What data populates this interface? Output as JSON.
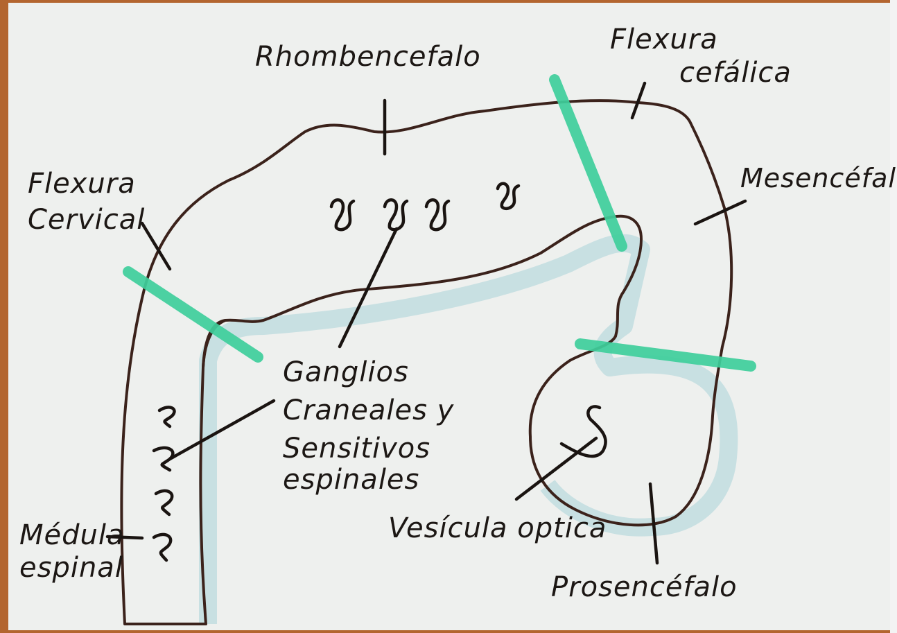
{
  "labels": {
    "rombencefalo": "Rhombencefalo",
    "flexura_cefalica_1": "Flexura",
    "flexura_cefalica_2": "cefálica",
    "flexura_cervical_1": "Flexura",
    "flexura_cervical_2": "Cervical",
    "mesencefalo": "Mesencéfalo",
    "ganglios_1": "Ganglios",
    "ganglios_2": "Craneales y",
    "ganglios_3": "Sensitivos",
    "ganglios_4": "espinales",
    "medula_1": "Médula",
    "medula_2": "espinal",
    "vesicula": "Vesícula optica",
    "prosencefalo": "Prosencéfalo"
  },
  "colors": {
    "tube_fill": "#a99c8d",
    "outline": "#3b221b",
    "boundary": "#3fcf9c",
    "shadow": "#a9d3d8",
    "paper": "#eef0ee",
    "ink": "#1a1411"
  },
  "icons": [
    "ganglion-squiggle",
    "optic-vesicle-squiggle"
  ]
}
